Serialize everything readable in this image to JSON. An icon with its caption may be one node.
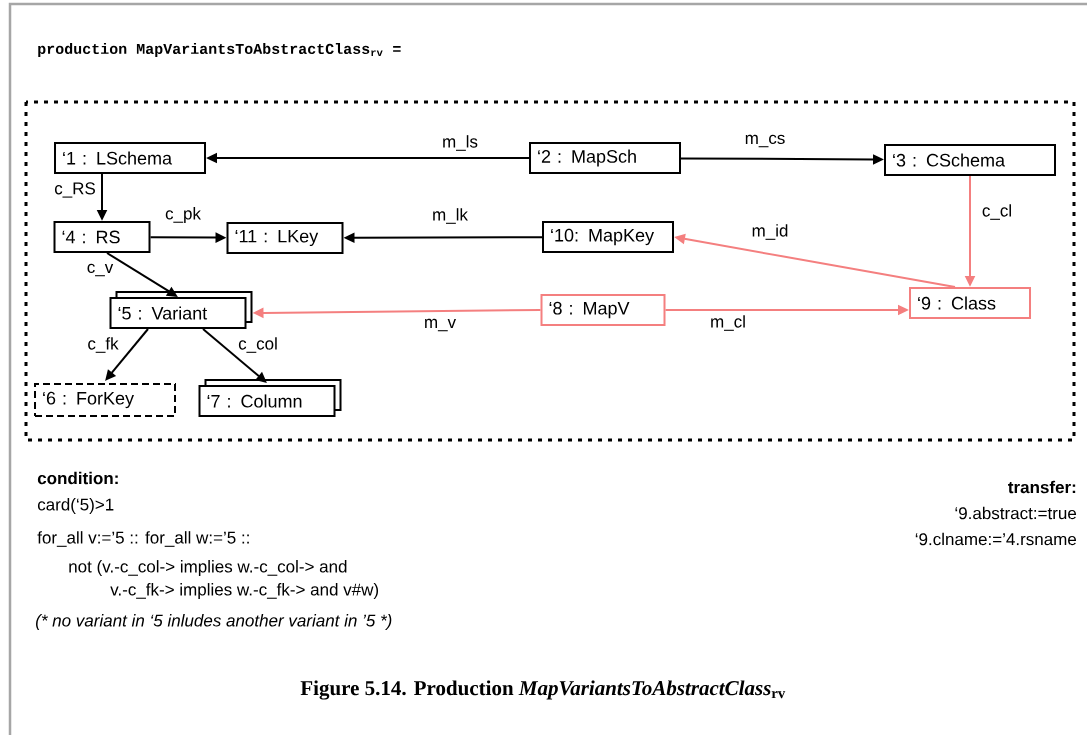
{
  "diagram": {
    "title": "production MapVariantsToAbstractClass$_{rv}$ =",
    "caption": "Figure 5.14.  Production *MapVariantsToAbstractClass*$_{rv}$",
    "nodes": [
      {
        "text": [
          "‘1 : LSchema"
        ]
      },
      {
        "text": [
          "‘2 : MapSch"
        ]
      },
      {
        "text": [
          "‘3 : CSchema"
        ]
      },
      {
        "text": [
          "‘4 : RS"
        ]
      },
      {
        "text": [
          "‘11 : LKey"
        ]
      },
      {
        "text": [
          "‘10: MapKey"
        ]
      },
      {
        "text": [
          "‘5 : Variant"
        ]
      },
      {
        "text": [
          "‘8 : MapV"
        ]
      },
      {
        "text": [
          "‘9 : Class"
        ]
      },
      {
        "text": [
          "‘6 : ForKey"
        ]
      },
      {
        "text": [
          "‘7 : Column"
        ]
      }
    ],
    "edges": [
      {
        "from": 1,
        "to": 0,
        "arrow": "to",
        "label": "m_ls"
      },
      {
        "from": 1,
        "to": 2,
        "arrow": "to",
        "label": "m_cs"
      },
      {
        "from": 0,
        "to": 3,
        "arrow": "to",
        "label": "c_RS"
      },
      {
        "from": 3,
        "to": 4,
        "arrow": "to",
        "label": "c_pk"
      },
      {
        "from": 5,
        "to": 4,
        "arrow": "to",
        "label": "m_lk"
      },
      {
        "from": 3,
        "to": 6,
        "arrow": "to",
        "label": "c_v"
      },
      {
        "from": 2,
        "to": 8,
        "arrow": "to",
        "label": "c_cl",
        "color": "#f47f7f"
      },
      {
        "from": 8,
        "to": 5,
        "arrow": "to",
        "label": "m_id",
        "color": "#f47f7f"
      },
      {
        "from": 7,
        "to": 6,
        "arrow": "to",
        "label": "m_v",
        "color": "#f47f7f"
      },
      {
        "from": 7,
        "to": 8,
        "arrow": "to",
        "label": "m_cl",
        "color": "#f47f7f"
      },
      {
        "from": 6,
        "to": 9,
        "arrow": "to",
        "label": "c_fk"
      },
      {
        "from": 6,
        "to": 10,
        "arrow": "to",
        "label": "c_col"
      }
    ],
    "labels": [
      "condition:",
      "card(‘5)>1",
      "for_all v:=’5 :: for_all w:=’5 ::",
      "not (v.-c_col-> implies w.-c_col-> and",
      "v.-c_fk-> implies w.-c_fk-> and v#w)",
      "(* no variant in ‘5 inludes another variant in ’5 *)",
      "transfer:",
      "‘9.abstract:=true",
      "‘9.clname:=’4.rsname"
    ]
  }
}
